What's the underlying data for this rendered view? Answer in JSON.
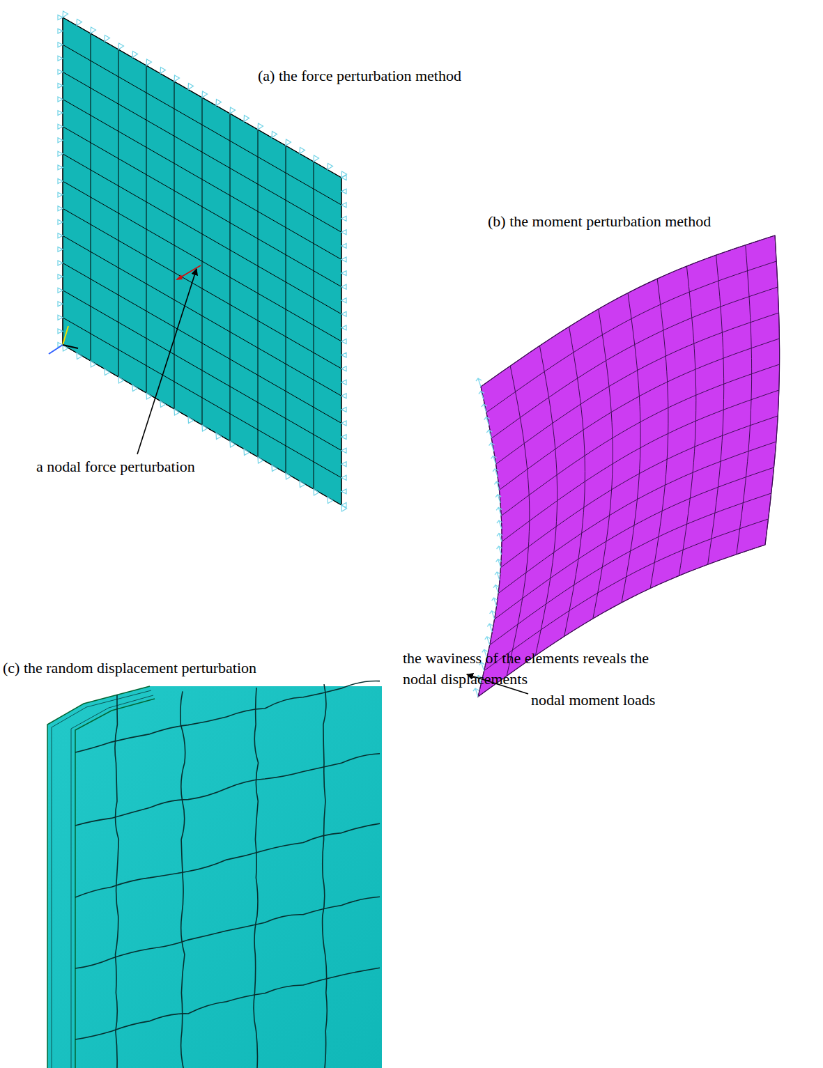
{
  "diagram": {
    "labels": [
      "(a) the force perturbation method",
      "a nodal force perturbation",
      "(b) the moment perturbation method",
      "nodal moment loads",
      "(c) the random displacement perturbation",
      "the waviness of the elements reveals the nodal displacements"
    ]
  }
}
